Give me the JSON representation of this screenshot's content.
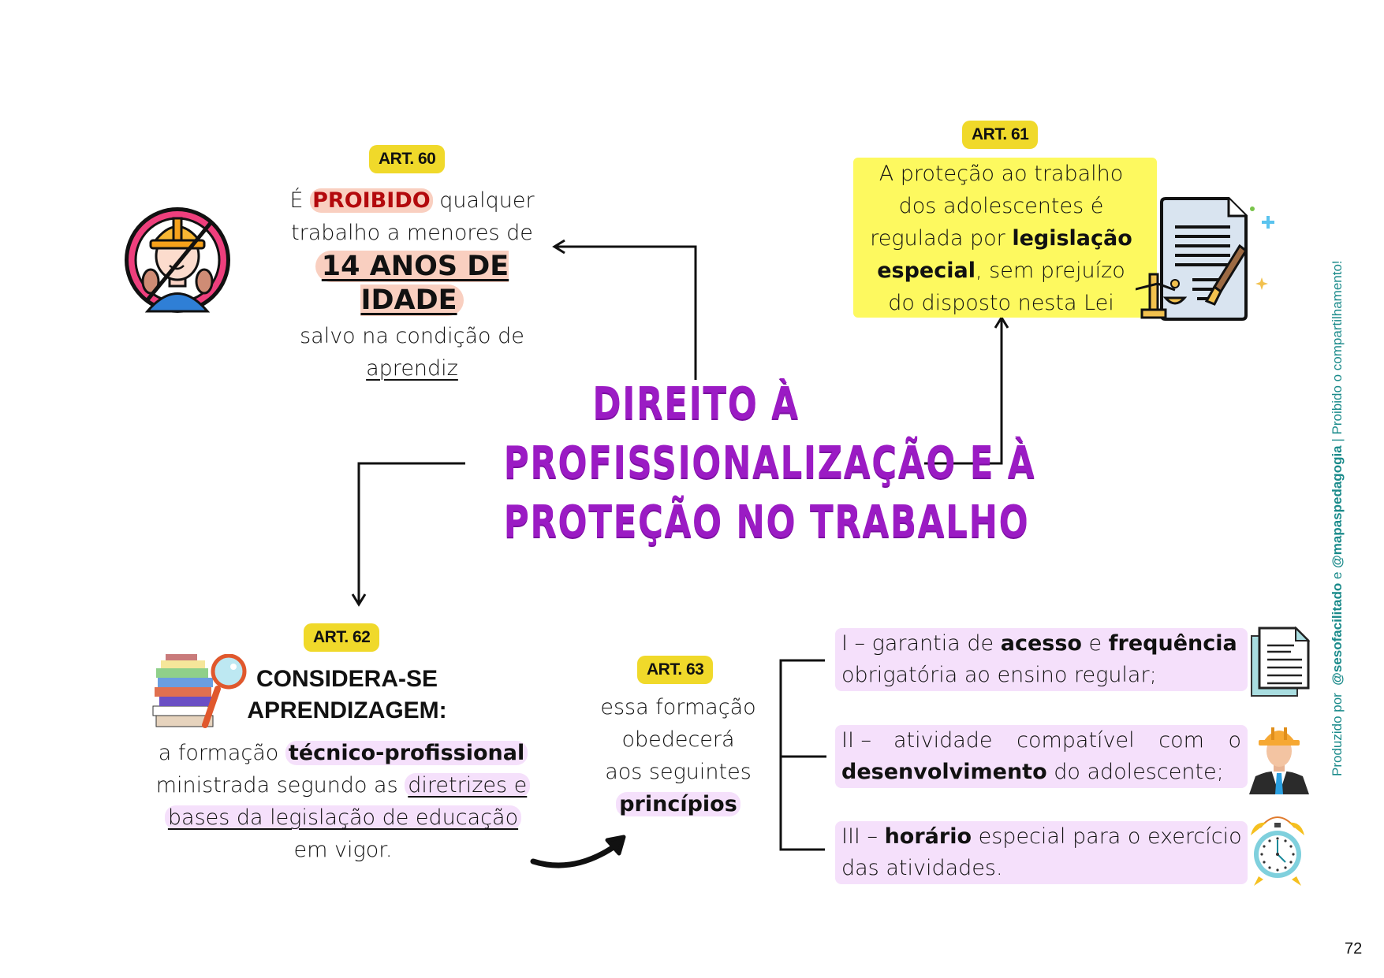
{
  "title": {
    "lines": [
      "DIREITO À",
      "PROFISSIONALIZAÇÃO E À",
      "PROTEÇÃO NO TRABALHO"
    ],
    "color": "#9b1bc4"
  },
  "art60": {
    "badge": "ART. 60",
    "text_pre": "É",
    "highlight": "PROIBIDO",
    "text_post": "qualquer",
    "line2": "trabalho a menores de",
    "age": "14 ANOS DE IDADE",
    "line4": "salvo na condição de",
    "line5": "aprendiz",
    "icon": "prohibited-child-worker-icon"
  },
  "art61": {
    "badge": "ART. 61",
    "line1": "A proteção ao trabalho",
    "line2": "dos adolescentes é",
    "line3_pre": "regulada por",
    "line3_bold": "legislação",
    "line4_bold": "especial",
    "line4_post": ", sem prejuízo",
    "line5": "do disposto nesta Lei",
    "icon": "law-document-scales-icon",
    "box_color": "#fdf95f"
  },
  "art62": {
    "badge": "ART. 62",
    "heading_line1": "CONSIDERA-SE",
    "heading_line2": "APRENDIZAGEM:",
    "line1_pre": "a formação",
    "line1_bold": "técnico-profissional",
    "line2_pre": "ministrada segundo as",
    "line2_ul": "diretrizes e",
    "line3_ul": "bases da legislação de educação",
    "line4": "em vigor.",
    "icon": "books-magnifier-icon"
  },
  "art63": {
    "badge": "ART. 63",
    "line1": "essa formação",
    "line2": "obedecerá",
    "line3": "aos seguintes",
    "line4_bold": "princípios"
  },
  "principles": [
    {
      "numeral": "I –",
      "p1": "garantia de",
      "b1": "acesso",
      "p2": "e",
      "b2": "frequência",
      "line2": "obrigatória ao ensino regular;",
      "icon": "document-icon"
    },
    {
      "numeral": "II –",
      "p1": "atividade compatível com o",
      "b1": "desenvolvimento",
      "line2": "do adolescente;",
      "icon": "worker-helmet-icon"
    },
    {
      "numeral": "III –",
      "b1": "horário",
      "p1": "especial para o exercício",
      "line2": "das atividades.",
      "icon": "alarm-clock-icon"
    }
  ],
  "footer": {
    "produced_by": "Produzido por",
    "handle1": "@sesofacilitado",
    "and": "e",
    "handle2": "@mapaspedagogia",
    "separator": "|",
    "notice": "Proibido o compartilhamento!",
    "color": "#1a8a8a"
  },
  "page_number": "72"
}
